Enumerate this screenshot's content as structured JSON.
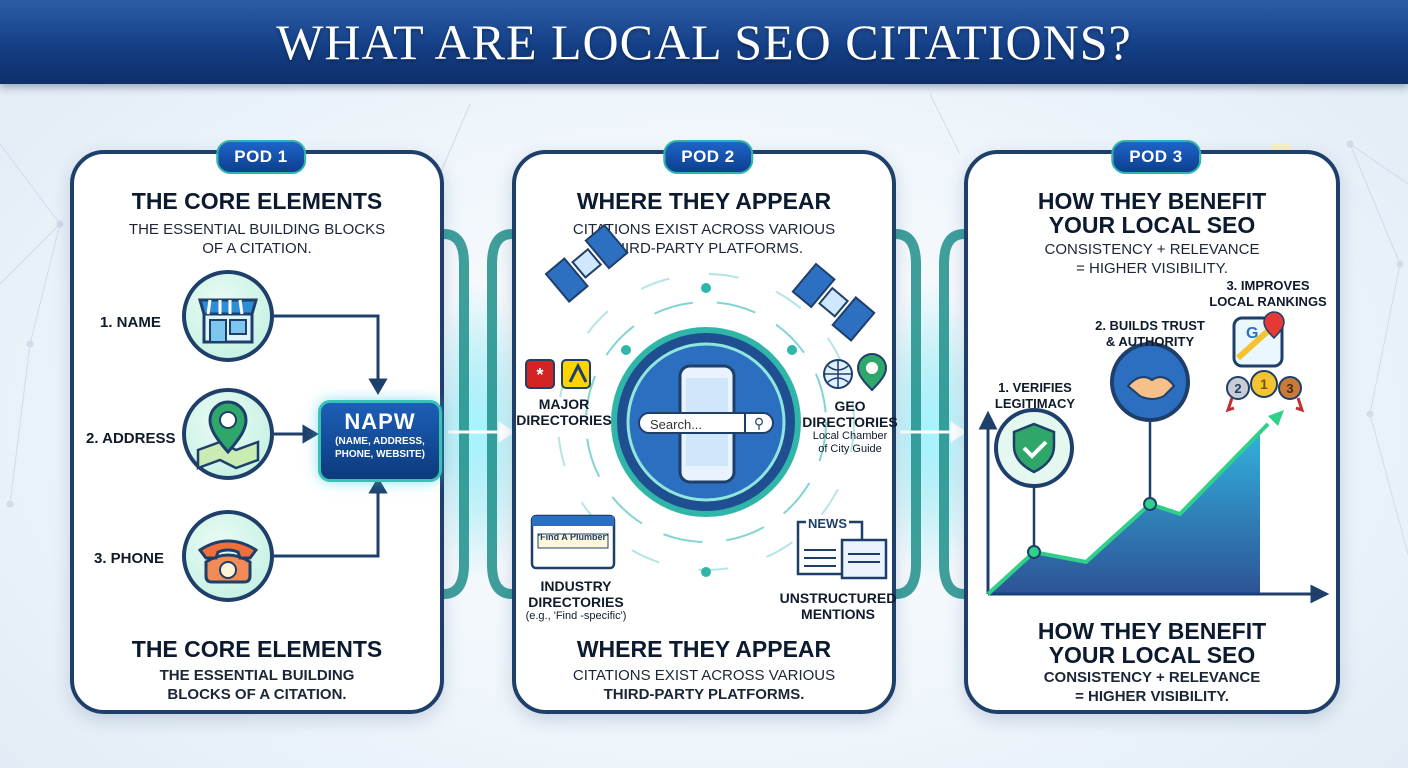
{
  "title": "WHAT ARE LOCAL SEO CITATIONS?",
  "colors": {
    "navy": "#143f86",
    "teal": "#2fb6a8",
    "green": "#3aa66a",
    "outline": "#1f3f6b"
  },
  "pod1": {
    "tag": "POD 1",
    "title": "THE CORE ELEMENTS",
    "subtitle_line1": "THE ESSENTIAL BUILDING BLOCKS",
    "subtitle_line2": "OF A CITATION.",
    "items": [
      {
        "label": "1. NAME",
        "icon": "storefront-icon"
      },
      {
        "label": "2. ADDRESS",
        "icon": "map-pin-icon"
      },
      {
        "label": "3. PHONE",
        "icon": "phone-icon"
      }
    ],
    "napw_title": "NAPW",
    "napw_line1": "(NAME, ADDRESS,",
    "napw_line2": "PHONE, WEBSITE)",
    "footer_title": "THE CORE ELEMENTS",
    "footer_line1": "THE ESSENTIAL BUILDING",
    "footer_line2": "BLOCKS OF A CITATION."
  },
  "pod2": {
    "tag": "POD 2",
    "title": "WHERE THEY APPEAR",
    "subtitle_line1": "CITATIONS EXIST ACROSS VARIOUS",
    "subtitle_line2": "THIRD-PARTY PLATFORMS.",
    "search_placeholder": "Search...",
    "major_line1": "MAJOR",
    "major_line2": "DIRECTORIES",
    "geo_line1": "GEO",
    "geo_line2": "DIRECTORIES",
    "geo_small1": "Local Chamber",
    "geo_small2": "of City Guide",
    "industry_browser_text": "'Find A Plumber'",
    "industry_line1": "INDUSTRY",
    "industry_line2": "DIRECTORIES",
    "industry_small": "(e.g., 'Find -specific')",
    "news_label": "NEWS",
    "unstructured_line1": "UNSTRUCTURED",
    "unstructured_line2": "MENTIONS",
    "footer_title": "WHERE THEY APPEAR",
    "footer_line1": "CITATIONS EXIST ACROSS VARIOUS",
    "footer_line2": "THIRD-PARTY PLATFORMS."
  },
  "pod3": {
    "tag": "POD 3",
    "title_line1": "HOW THEY BENEFIT",
    "title_line2": "YOUR LOCAL SEO",
    "subtitle_line1": "CONSISTENCY + RELEVANCE",
    "subtitle_line2": "= HIGHER VISIBILITY.",
    "step1_line1": "1. VERIFIES",
    "step1_line2": "LEGITIMACY",
    "step2_line1": "2. BUILDS TRUST",
    "step2_line2": "& AUTHORITY",
    "step3_line1": "3. IMPROVES",
    "step3_line2": "LOCAL RANKINGS",
    "medals": [
      "2",
      "1",
      "3"
    ],
    "footer_title_line1": "HOW THEY BENEFIT",
    "footer_title_line2": "YOUR LOCAL SEO",
    "footer_line1": "CONSISTENCY + RELEVANCE",
    "footer_line2": "= HIGHER VISIBILITY."
  }
}
